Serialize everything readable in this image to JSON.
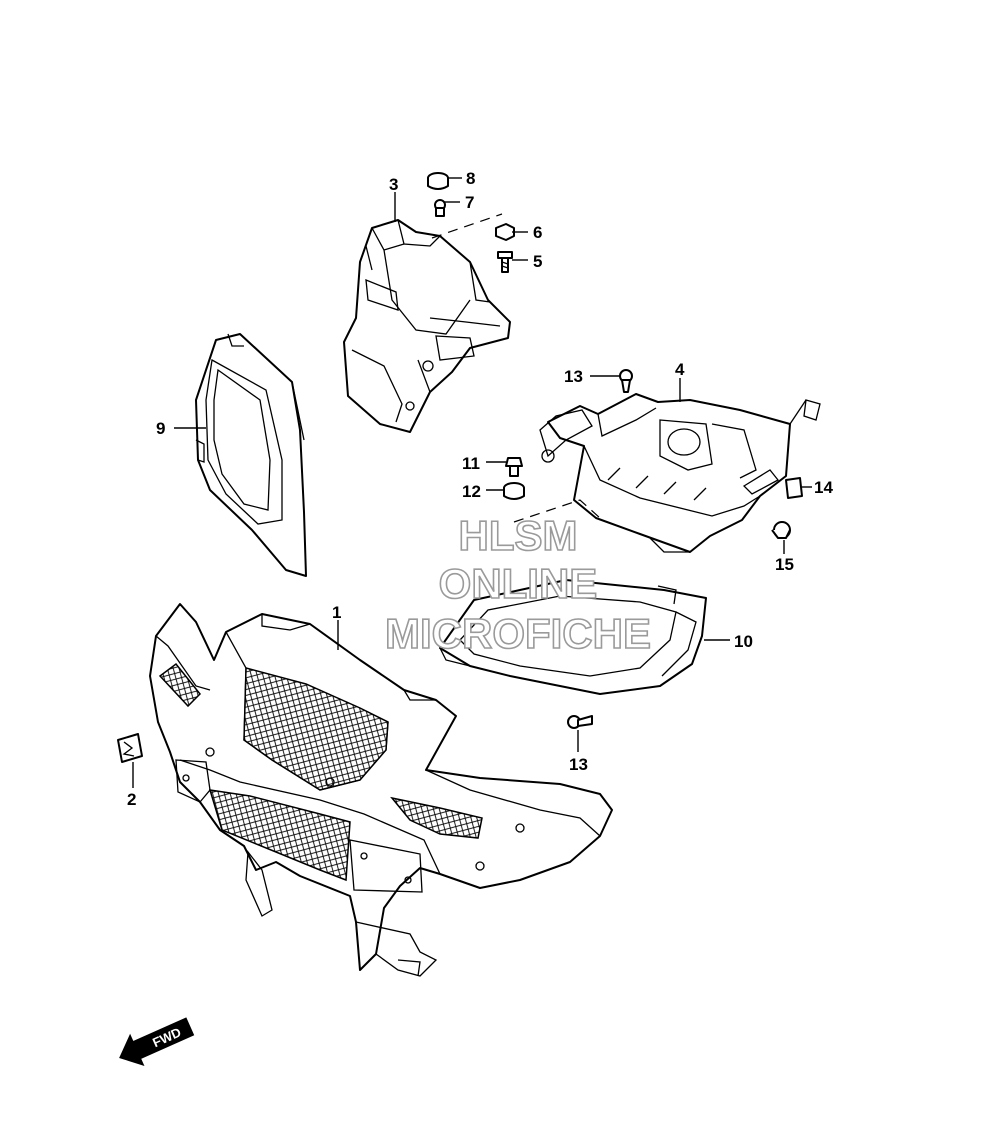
{
  "callouts": [
    {
      "id": "c1",
      "label": "1"
    },
    {
      "id": "c2",
      "label": "2"
    },
    {
      "id": "c3",
      "label": "3"
    },
    {
      "id": "c4",
      "label": "4"
    },
    {
      "id": "c5",
      "label": "5"
    },
    {
      "id": "c6",
      "label": "6"
    },
    {
      "id": "c7",
      "label": "7"
    },
    {
      "id": "c8",
      "label": "8"
    },
    {
      "id": "c9",
      "label": "9"
    },
    {
      "id": "c10",
      "label": "10"
    },
    {
      "id": "c11",
      "label": "11"
    },
    {
      "id": "c12",
      "label": "12"
    },
    {
      "id": "c13a",
      "label": "13"
    },
    {
      "id": "c13b",
      "label": "13"
    },
    {
      "id": "c14",
      "label": "14"
    },
    {
      "id": "c15",
      "label": "15"
    }
  ],
  "watermark": {
    "line1": "HLSM",
    "line2": "ONLINE",
    "line3": "MICROFICHE"
  },
  "direction_badge": {
    "text": "FWD"
  }
}
